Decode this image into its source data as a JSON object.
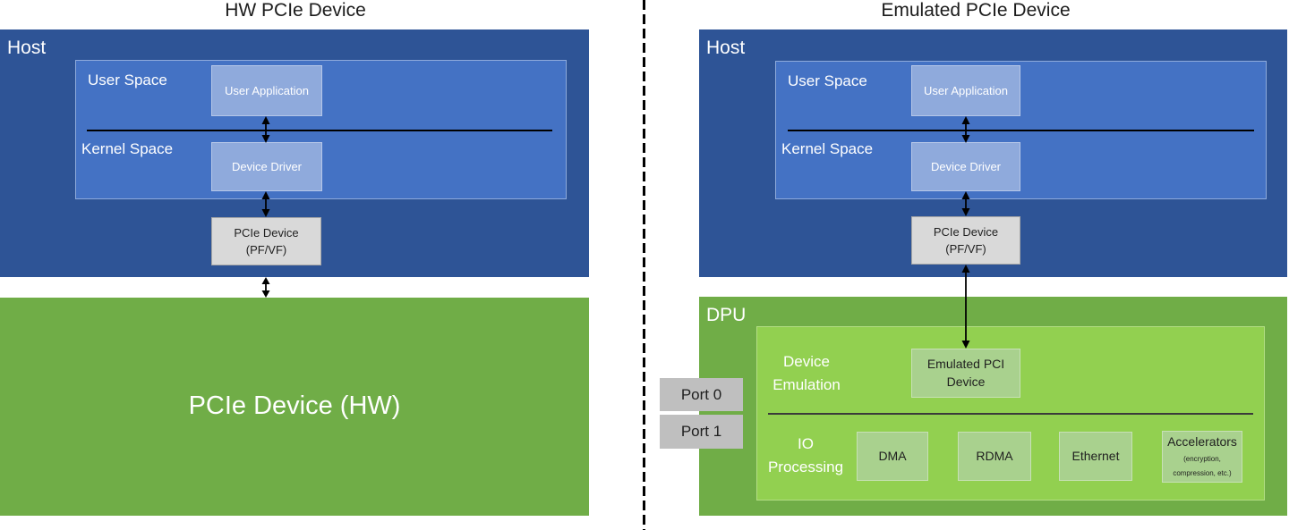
{
  "panels": {
    "left": {
      "title": "HW PCIe Device",
      "host": {
        "label": "Host",
        "user_space": "User Space",
        "kernel_space": "Kernel Space",
        "user_application": "User Application",
        "device_driver": "Device Driver",
        "pcie_device": "PCIe Device\n(PF/VF)"
      },
      "hw_pcie_device": "PCIe Device (HW)"
    },
    "right": {
      "title": "Emulated PCIe Device",
      "host": {
        "label": "Host",
        "user_space": "User Space",
        "kernel_space": "Kernel Space",
        "user_application": "User Application",
        "device_driver": "Device Driver",
        "pcie_device": "PCIe Device\n(PF/VF)"
      },
      "dpu": {
        "label": "DPU",
        "device_emulation": "Device\nEmulation",
        "emulated_pci_device": "Emulated PCI\nDevice",
        "io_processing": "IO\nProcessing",
        "engines": [
          "DMA",
          "RDMA",
          "Ethernet"
        ],
        "accelerators": {
          "title": "Accelerators",
          "subtitle_line1": "(encryption,",
          "subtitle_line2": "compression, etc.)"
        }
      },
      "ports": [
        "Port 0",
        "Port 1"
      ]
    }
  },
  "colors": {
    "host_blue": "#2E5496",
    "space_blue": "#4472C4",
    "component_blue": "#8FAADC",
    "dpu_green": "#70AD47",
    "emulation_green": "#92D050",
    "engine_green": "#A9D18E",
    "device_gray": "#D9D9D9",
    "port_gray": "#BFBFBF",
    "arrow_black": "#000000"
  }
}
